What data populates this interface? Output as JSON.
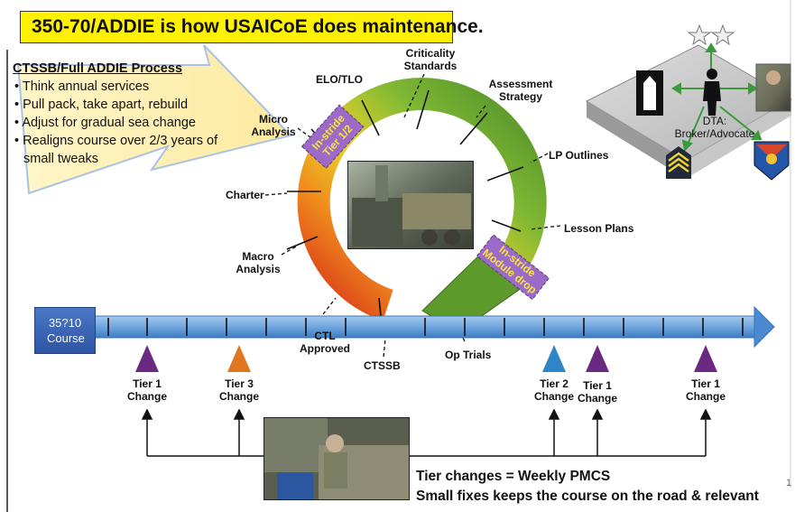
{
  "title": "350-70/ADDIE is how USAICoE does maintenance.",
  "process": {
    "heading": "CTSSB/Full ADDIE Process",
    "bullets": [
      "Think annual services",
      "Pull pack, take apart, rebuild",
      "Adjust for gradual sea change",
      "Realigns course over 2/3 years of small tweaks"
    ]
  },
  "cycle": {
    "stages": [
      "ELO/TLO",
      "Criticality Standards",
      "Assessment Strategy",
      "LP Outlines",
      "Lesson Plans",
      "Micro Analysis",
      "Charter",
      "Macro Analysis",
      "CTL Approved",
      "CTSSB",
      "Op Trials"
    ],
    "inserts": [
      "In-stride Tier 1/2",
      "In-stride Module drop"
    ]
  },
  "timeline": {
    "course_label": "35?10 Course",
    "changes": [
      {
        "label": "Tier 1 Change",
        "color": "#6a2a82"
      },
      {
        "label": "Tier 3 Change",
        "color": "#e0761e"
      },
      {
        "label": "Tier 2 Change",
        "color": "#2e86c8"
      },
      {
        "label": "Tier 1 Change",
        "color": "#6a2a82"
      },
      {
        "label": "Tier 1 Change",
        "color": "#6a2a82"
      }
    ]
  },
  "dta": {
    "label": "DTA: Broker/Advocate"
  },
  "summary": {
    "line1": "Tier changes = Weekly PMCS",
    "line2": "Small fixes keeps the course on the road & relevant"
  },
  "page_number": "1"
}
